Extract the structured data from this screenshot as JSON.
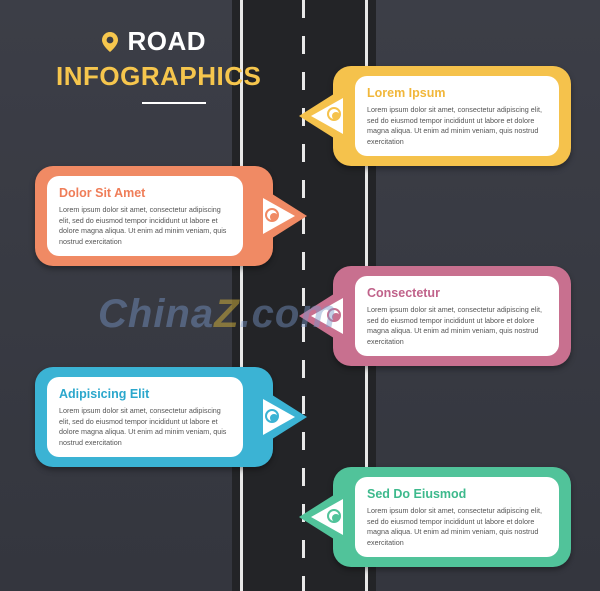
{
  "title": {
    "line1": "ROAD",
    "line2": "INFOGRAPHICS",
    "pin_icon": "map-pin-icon",
    "accent": "#f6c64d"
  },
  "road": {
    "surface": "#232427",
    "markings": "#e8e8e8"
  },
  "steps": [
    {
      "heading": "Lorem Ipsum",
      "body": "Lorem ipsum dolor sit amet, consectetur adipiscing elit, sed do eiusmod tempor incididunt ut labore et dolore magna aliqua. Ut enim ad minim veniam, quis nostrud exercitation",
      "color": "#f5c24c",
      "side": "right"
    },
    {
      "heading": "Dolor Sit Amet",
      "body": "Lorem ipsum dolor sit amet, consectetur adipiscing elit, sed do eiusmod tempor incididunt ut labore et dolore magna aliqua. Ut enim ad minim veniam, quis nostrud exercitation",
      "color": "#f08a64",
      "side": "left"
    },
    {
      "heading": "Consectetur",
      "body": "Lorem ipsum dolor sit amet, consectetur adipiscing elit, sed do eiusmod tempor incididunt ut labore et dolore magna aliqua. Ut enim ad minim veniam, quis nostrud exercitation",
      "color": "#c8708f",
      "side": "right"
    },
    {
      "heading": "Adipisicing Elit",
      "body": "Lorem ipsum dolor sit amet, consectetur adipiscing elit, sed do eiusmod tempor incididunt ut labore et dolore magna aliqua. Ut enim ad minim veniam, quis nostrud exercitation",
      "color": "#3bb3d4",
      "side": "left"
    },
    {
      "heading": "Sed Do Eiusmod",
      "body": "Lorem ipsum dolor sit amet, consectetur adipiscing elit, sed do eiusmod tempor incididunt ut labore et dolore magna aliqua. Ut enim ad minim veniam, quis nostrud exercitation",
      "color": "#51c39a",
      "side": "right"
    }
  ],
  "watermark": {
    "text_a": "China",
    "text_z": "Z",
    "text_b": ".com"
  }
}
